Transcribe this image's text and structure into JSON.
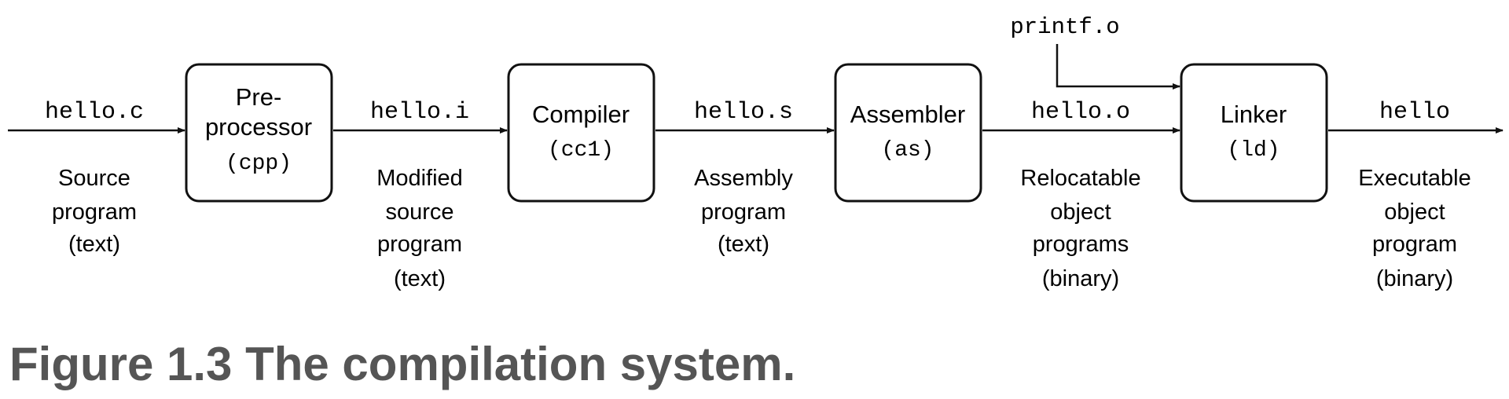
{
  "diagram": {
    "stages": [
      {
        "name_lines": [
          "Pre-",
          "processor"
        ],
        "command": "(cpp)"
      },
      {
        "name_lines": [
          "Compiler"
        ],
        "command": "(cc1)"
      },
      {
        "name_lines": [
          "Assembler"
        ],
        "command": "(as)"
      },
      {
        "name_lines": [
          "Linker"
        ],
        "command": "(ld)"
      }
    ],
    "files": [
      {
        "filename": "hello.c",
        "description_lines": [
          "Source",
          "program",
          "(text)"
        ]
      },
      {
        "filename": "hello.i",
        "description_lines": [
          "Modified",
          "source",
          "program",
          "(text)"
        ]
      },
      {
        "filename": "hello.s",
        "description_lines": [
          "Assembly",
          "program",
          "(text)"
        ]
      },
      {
        "filename": "hello.o",
        "description_lines": [
          "Relocatable",
          "object",
          "programs",
          "(binary)"
        ]
      },
      {
        "filename": "hello",
        "description_lines": [
          "Executable",
          "object",
          "program",
          "(binary)"
        ]
      }
    ],
    "extra_input": {
      "filename": "printf.o"
    }
  },
  "caption": "Figure 1.3 The compilation system."
}
